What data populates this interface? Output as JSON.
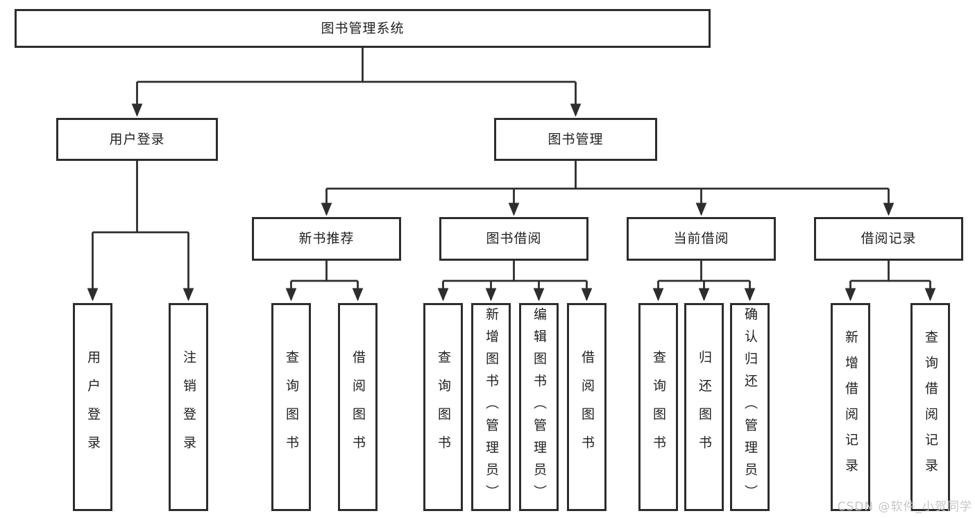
{
  "diagram": {
    "title": "图书管理系统",
    "watermark": "CSDN @软件_小贺同学",
    "colors": {
      "line": "#2d2d2d",
      "text": "#1f1f1f",
      "background": "#ffffff",
      "watermark": "#c6c6ca"
    },
    "tree": {
      "label": "图书管理系统",
      "children": [
        {
          "label": "用户登录",
          "children": [
            {
              "label": "用户登录"
            },
            {
              "label": "注销登录"
            }
          ]
        },
        {
          "label": "图书管理",
          "children": [
            {
              "label": "新书推荐",
              "children": [
                {
                  "label": "查询图书"
                },
                {
                  "label": "借阅图书"
                }
              ]
            },
            {
              "label": "图书借阅",
              "children": [
                {
                  "label": "查询图书"
                },
                {
                  "label": "新增图书（管理员）"
                },
                {
                  "label": "编辑图书（管理员）"
                },
                {
                  "label": "借阅图书"
                }
              ]
            },
            {
              "label": "当前借阅",
              "children": [
                {
                  "label": "查询图书"
                },
                {
                  "label": "归还图书"
                },
                {
                  "label": "确认归还（管理员）"
                }
              ]
            },
            {
              "label": "借阅记录",
              "children": [
                {
                  "label": "新增借阅记录"
                },
                {
                  "label": "查询借阅记录"
                }
              ]
            }
          ]
        }
      ]
    }
  }
}
